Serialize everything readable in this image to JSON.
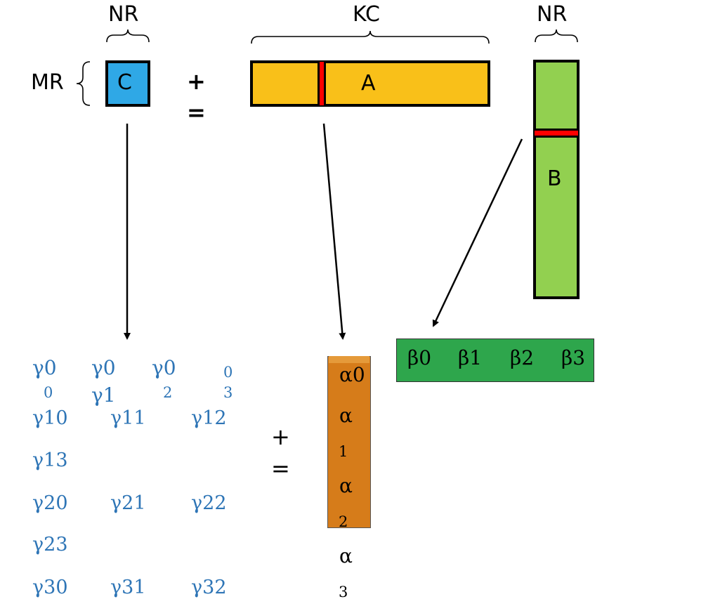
{
  "top": {
    "labels": {
      "nr_left": "NR",
      "kc": "KC",
      "nr_right": "NR",
      "mr": "MR"
    },
    "matrices": {
      "c": "C",
      "a": "A",
      "b": "B"
    },
    "operator": {
      "plus": "+",
      "equals": "="
    }
  },
  "bottom": {
    "gamma": {
      "g00a": "γ0",
      "g00b": "0",
      "g01a": "γ0",
      "g01b": "γ1",
      "g02a": "γ0",
      "g02b": "2",
      "g03a": "0",
      "g03b": "3",
      "g10": "γ10",
      "g11": "γ11",
      "g12": "γ12",
      "g13": "γ13",
      "g20": "γ20",
      "g21": "γ21",
      "g22": "γ22",
      "g23": "γ23",
      "g30": "γ30",
      "g31": "γ31",
      "g32": "γ32"
    },
    "operator": {
      "plus": "+",
      "equals": "="
    },
    "alpha": {
      "a0": "α0",
      "a1": "α",
      "a1s": "1",
      "a2": "α",
      "a2s": "2",
      "a3": "α",
      "a3s": "3"
    },
    "beta": {
      "b0": "β0",
      "b1": "β1",
      "b2": "β2",
      "b3": "β3"
    }
  },
  "colors": {
    "c_fill": "#2FA8E6",
    "a_fill": "#F9C019",
    "b_fill": "#92D050",
    "highlight_red": "#FF0000",
    "alpha_fill": "#D67C1A",
    "beta_fill": "#2EA64C",
    "gamma_text": "#2E75B6"
  }
}
